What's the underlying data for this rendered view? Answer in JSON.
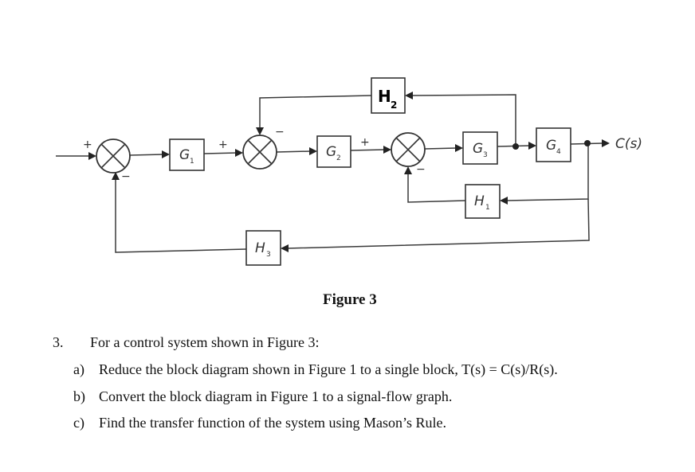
{
  "figure": {
    "caption": "Figure 3",
    "blocks": {
      "G1": {
        "letter": "G",
        "sub": "1"
      },
      "G2": {
        "letter": "G",
        "sub": "2"
      },
      "G3": {
        "letter": "G",
        "sub": "3"
      },
      "G4": {
        "letter": "G",
        "sub": "4"
      },
      "H1": {
        "letter": "H",
        "sub": "1"
      },
      "H2": {
        "letter": "H",
        "sub": "2"
      },
      "H3": {
        "letter": "H",
        "sub": "3"
      }
    },
    "summing_junctions": [
      {
        "id": "S1",
        "signs": {
          "left": "+",
          "bottom": "−"
        }
      },
      {
        "id": "S2",
        "signs": {
          "left": "+",
          "top": "−"
        }
      },
      {
        "id": "S3",
        "signs": {
          "left": "+",
          "bottom": "−"
        }
      }
    ],
    "output_label": "C(s)"
  },
  "question": {
    "number": "3.",
    "intro": "For a control system shown in Figure 3:",
    "items": [
      {
        "label": "a)",
        "text": "Reduce the block diagram shown in Figure 1 to a single block, T(s) = C(s)/R(s)."
      },
      {
        "label": "b)",
        "text": "Convert the block diagram in Figure 1 to a signal-flow graph."
      },
      {
        "label": "c)",
        "text": "Find the transfer function of the system using Mason’s Rule."
      }
    ]
  }
}
